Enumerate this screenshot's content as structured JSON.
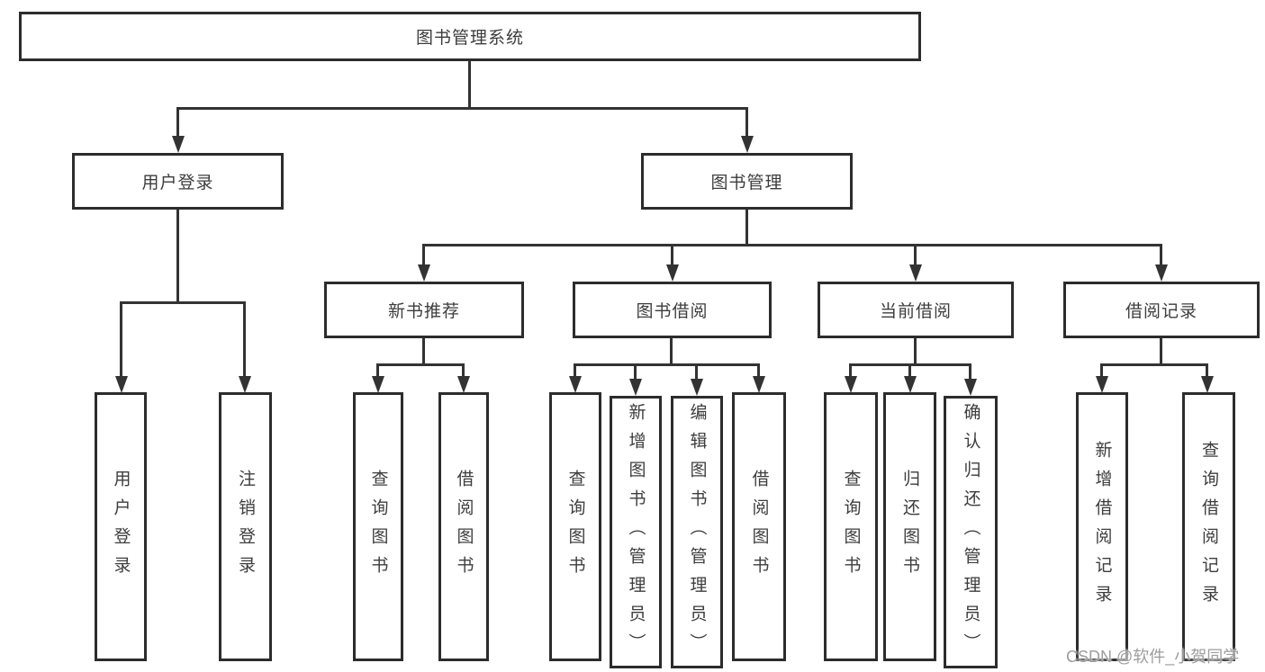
{
  "tree": {
    "root": {
      "label": "图书管理系统"
    },
    "children": [
      {
        "label": "用户登录",
        "children": [
          {
            "label": "用户登录"
          },
          {
            "label": "注销登录"
          }
        ]
      },
      {
        "label": "图书管理",
        "children": [
          {
            "label": "新书推荐",
            "children": [
              {
                "label": "查询图书"
              },
              {
                "label": "借阅图书"
              }
            ]
          },
          {
            "label": "图书借阅",
            "children": [
              {
                "label": "查询图书"
              },
              {
                "label": "新增图书（管理员）"
              },
              {
                "label": "编辑图书（管理员）"
              },
              {
                "label": "借阅图书"
              }
            ]
          },
          {
            "label": "当前借阅",
            "children": [
              {
                "label": "查询图书"
              },
              {
                "label": "归还图书"
              },
              {
                "label": "确认归还（管理员）"
              }
            ]
          },
          {
            "label": "借阅记录",
            "children": [
              {
                "label": "新增借阅记录"
              },
              {
                "label": "查询借阅记录"
              }
            ]
          }
        ]
      }
    ]
  },
  "watermark": "CSDN @软件_小贺同学",
  "colors": {
    "line": "#333333",
    "box_border": "#2c2c2c",
    "text": "#3d3d3d",
    "background": "#ffffff",
    "watermark": "#9d9d9d"
  }
}
